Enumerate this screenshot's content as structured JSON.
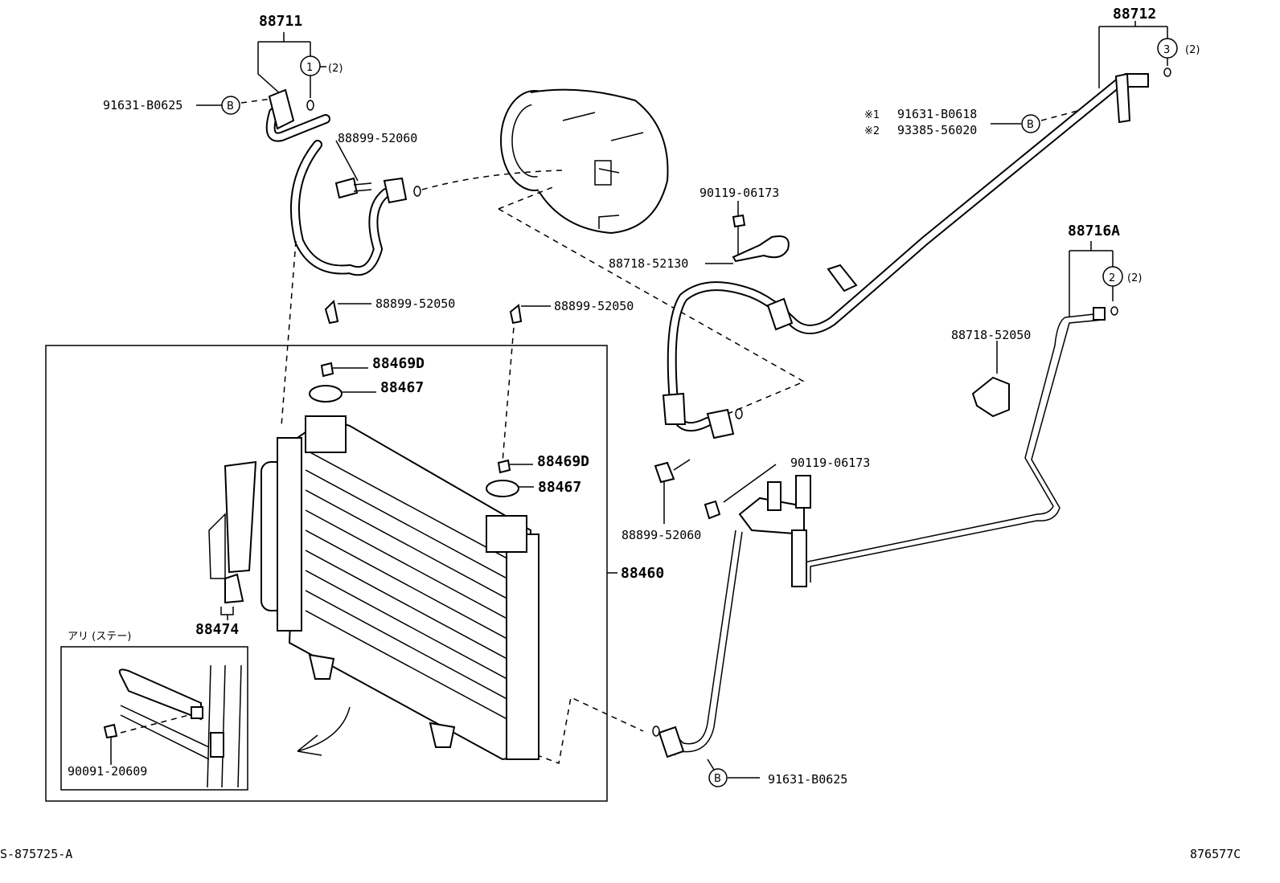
{
  "parts": {
    "p88711": "88711",
    "p88712": "88712",
    "p88716A": "88716A",
    "p91631_b0625_top": "91631-B0625",
    "p91631_b0625_bottom": "91631-B0625",
    "p88899_52060_top": "88899-52060",
    "p88899_52060_bottom": "88899-52060",
    "p90119_06173_top": "90119-06173",
    "p90119_06173_bottom": "90119-06173",
    "p88718_52130": "88718-52130",
    "p88718_52050": "88718-52050",
    "p88899_52050_left": "88899-52050",
    "p88899_52050_right": "88899-52050",
    "p88469D_left": "88469D",
    "p88469D_right": "88469D",
    "p88467_left": "88467",
    "p88467_right": "88467",
    "p88460": "88460",
    "p88474": "88474",
    "p90091_20609": "90091-20609",
    "note1_mark": "※1",
    "note1_part": "91631-B0618",
    "note2_mark": "※2",
    "note2_part": "93385-56020"
  },
  "callouts": {
    "circle1": "1",
    "circle2": "2",
    "circle3": "3",
    "qty": "(2)",
    "b": "B"
  },
  "inset_title": "アリ (ステー)",
  "footer": {
    "left_code": "S-875725-A",
    "right_code": "876577C"
  }
}
